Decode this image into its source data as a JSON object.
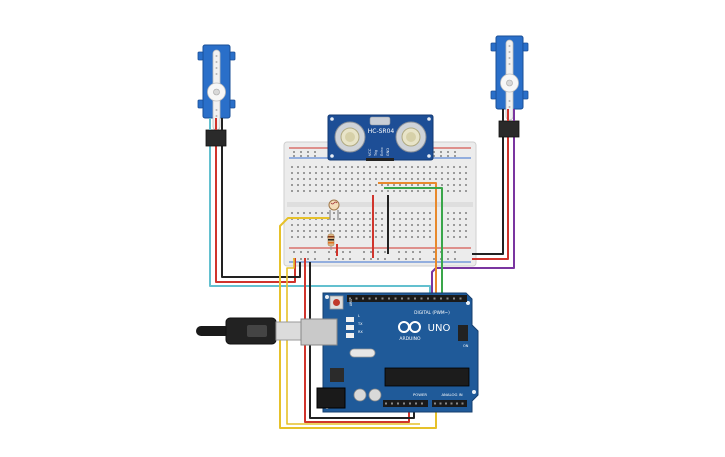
{
  "colors": {
    "servo_body": "#2a6fc9",
    "servo_dark": "#1e55a0",
    "sensor_pcb": "#1d4e96",
    "arduino_pcb": "#1f5a99",
    "breadboard": "#ececec",
    "rail_red": "#d0342c",
    "rail_blue": "#3a6fd0",
    "wire_red": "#d0342c",
    "wire_black": "#222222",
    "wire_yellow": "#e6c12a",
    "wire_orange": "#e8892c",
    "wire_green": "#3aa64a",
    "wire_purple": "#7a35a0",
    "wire_cyan": "#63c0cf",
    "usb_cable": "#1a1a1a"
  },
  "sensor": {
    "model": "HC-SR04",
    "pins": [
      "VCC",
      "Trig",
      "Echo",
      "GND"
    ]
  },
  "arduino": {
    "brand": "ARDUINO",
    "model": "UNO",
    "digital_label": "DIGITAL (PWM~)",
    "power_label": "POWER",
    "analog_label": "ANALOG IN",
    "tx_label": "TX",
    "rx_label": "RX",
    "l_label": "L",
    "on_label": "ON",
    "aref_label": "AREF"
  }
}
